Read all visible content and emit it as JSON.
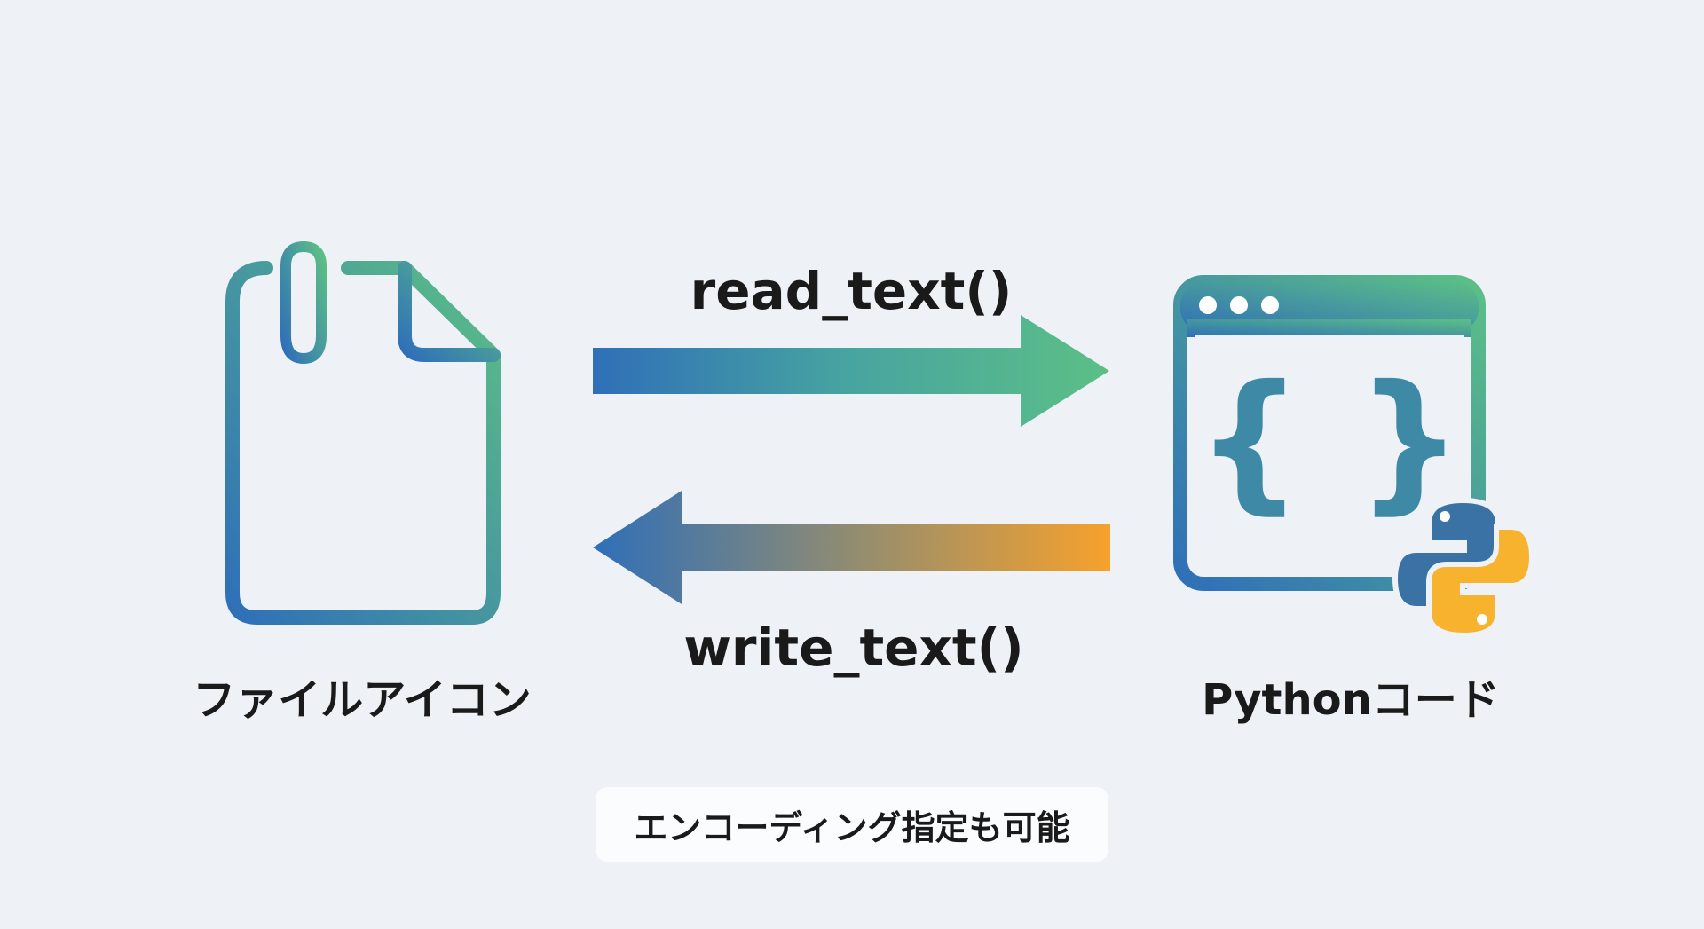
{
  "labels": {
    "read_fn": "read_text()",
    "write_fn": "write_text()",
    "file_caption": "ファイルアイコン",
    "python_caption": "Pythonコード",
    "note": "エンコーディング指定も可能"
  },
  "icons": {
    "file": "document-with-paperclip-icon",
    "window": "code-window-icon",
    "python": "python-logo-icon"
  },
  "colors": {
    "blue": "#2f6fb8",
    "green": "#5cbf86",
    "teal": "#3e94a8",
    "orange": "#f6a12c",
    "python_blue": "#3a72a6",
    "python_yellow": "#f7b32d"
  }
}
